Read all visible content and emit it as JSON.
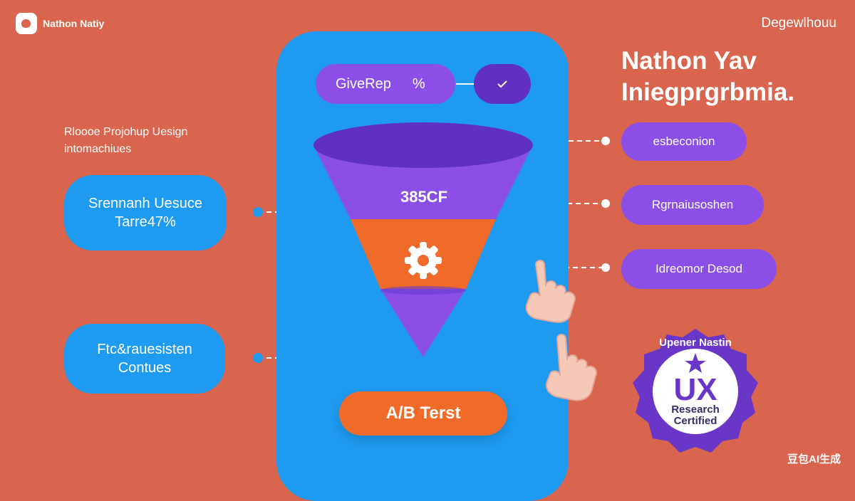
{
  "header": {
    "logo_text": "Nathon Natiy",
    "brand_right": "Degewlhouu"
  },
  "headline": {
    "line1": "Nathon Yav",
    "line2": "Iniegprgrbmia."
  },
  "description": {
    "line1": "Rloooe Projohup Uesign",
    "line2": "intomachiues"
  },
  "phone": {
    "top_pill": {
      "label": "GiveRep",
      "suffix": "%"
    },
    "check_icon": "check-icon",
    "funnel": {
      "value_label": "385CF",
      "icon": "gear-icon"
    },
    "ab_button": "A/B Terst"
  },
  "left_cards": [
    {
      "line1": "Srennanh Uesuce",
      "line2": "Tarre47%"
    },
    {
      "line1": "Ftc&rauesisten",
      "line2": "Contues"
    }
  ],
  "right_pills": [
    "esbeconion",
    "Rgrnaiusoshen",
    "Idreomor Desod"
  ],
  "badge": {
    "arc_text": "Upener Nastin",
    "big": "UX",
    "line1": "Research",
    "line2": "Certified"
  },
  "watermark": "豆包AI生成",
  "colors": {
    "background": "#d9654f",
    "phone": "#1e9af0",
    "purple": "#8b4fe8",
    "dark_purple": "#6030c0",
    "orange": "#f06a2a"
  }
}
